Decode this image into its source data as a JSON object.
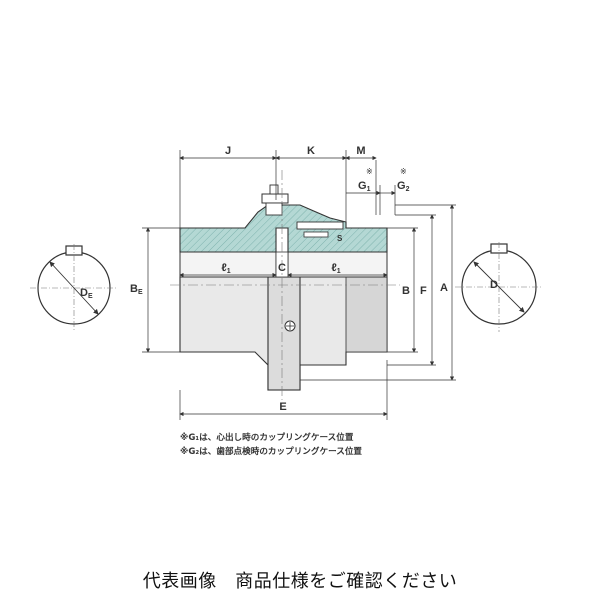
{
  "diagram": {
    "labels": {
      "J": "J",
      "K": "K",
      "M": "M",
      "G1": "G",
      "G1_sub": "1",
      "G2": "G",
      "G2_sub": "2",
      "asterisk": "※",
      "S": "S",
      "l1_left": "ℓ",
      "l1_left_sub": "1",
      "C": "C",
      "l1_right": "ℓ",
      "l1_right_sub": "1",
      "BE": "B",
      "BE_sub": "E",
      "B": "B",
      "F": "F",
      "A": "A",
      "E": "E",
      "DE": "D",
      "DE_sub": "E",
      "D": "D"
    },
    "notes": [
      "※G₁は、心出し時のカップリングケース位置",
      "※G₂は、歯部点検時のカップリングケース位置"
    ]
  },
  "caption": "代表画像　商品仕様をご確認ください",
  "colors": {
    "line": "#3a3a3a",
    "section_fill": "#b4d8d4",
    "body_fill": "#e9e9e9",
    "shade_fill": "#d6d6d6"
  }
}
